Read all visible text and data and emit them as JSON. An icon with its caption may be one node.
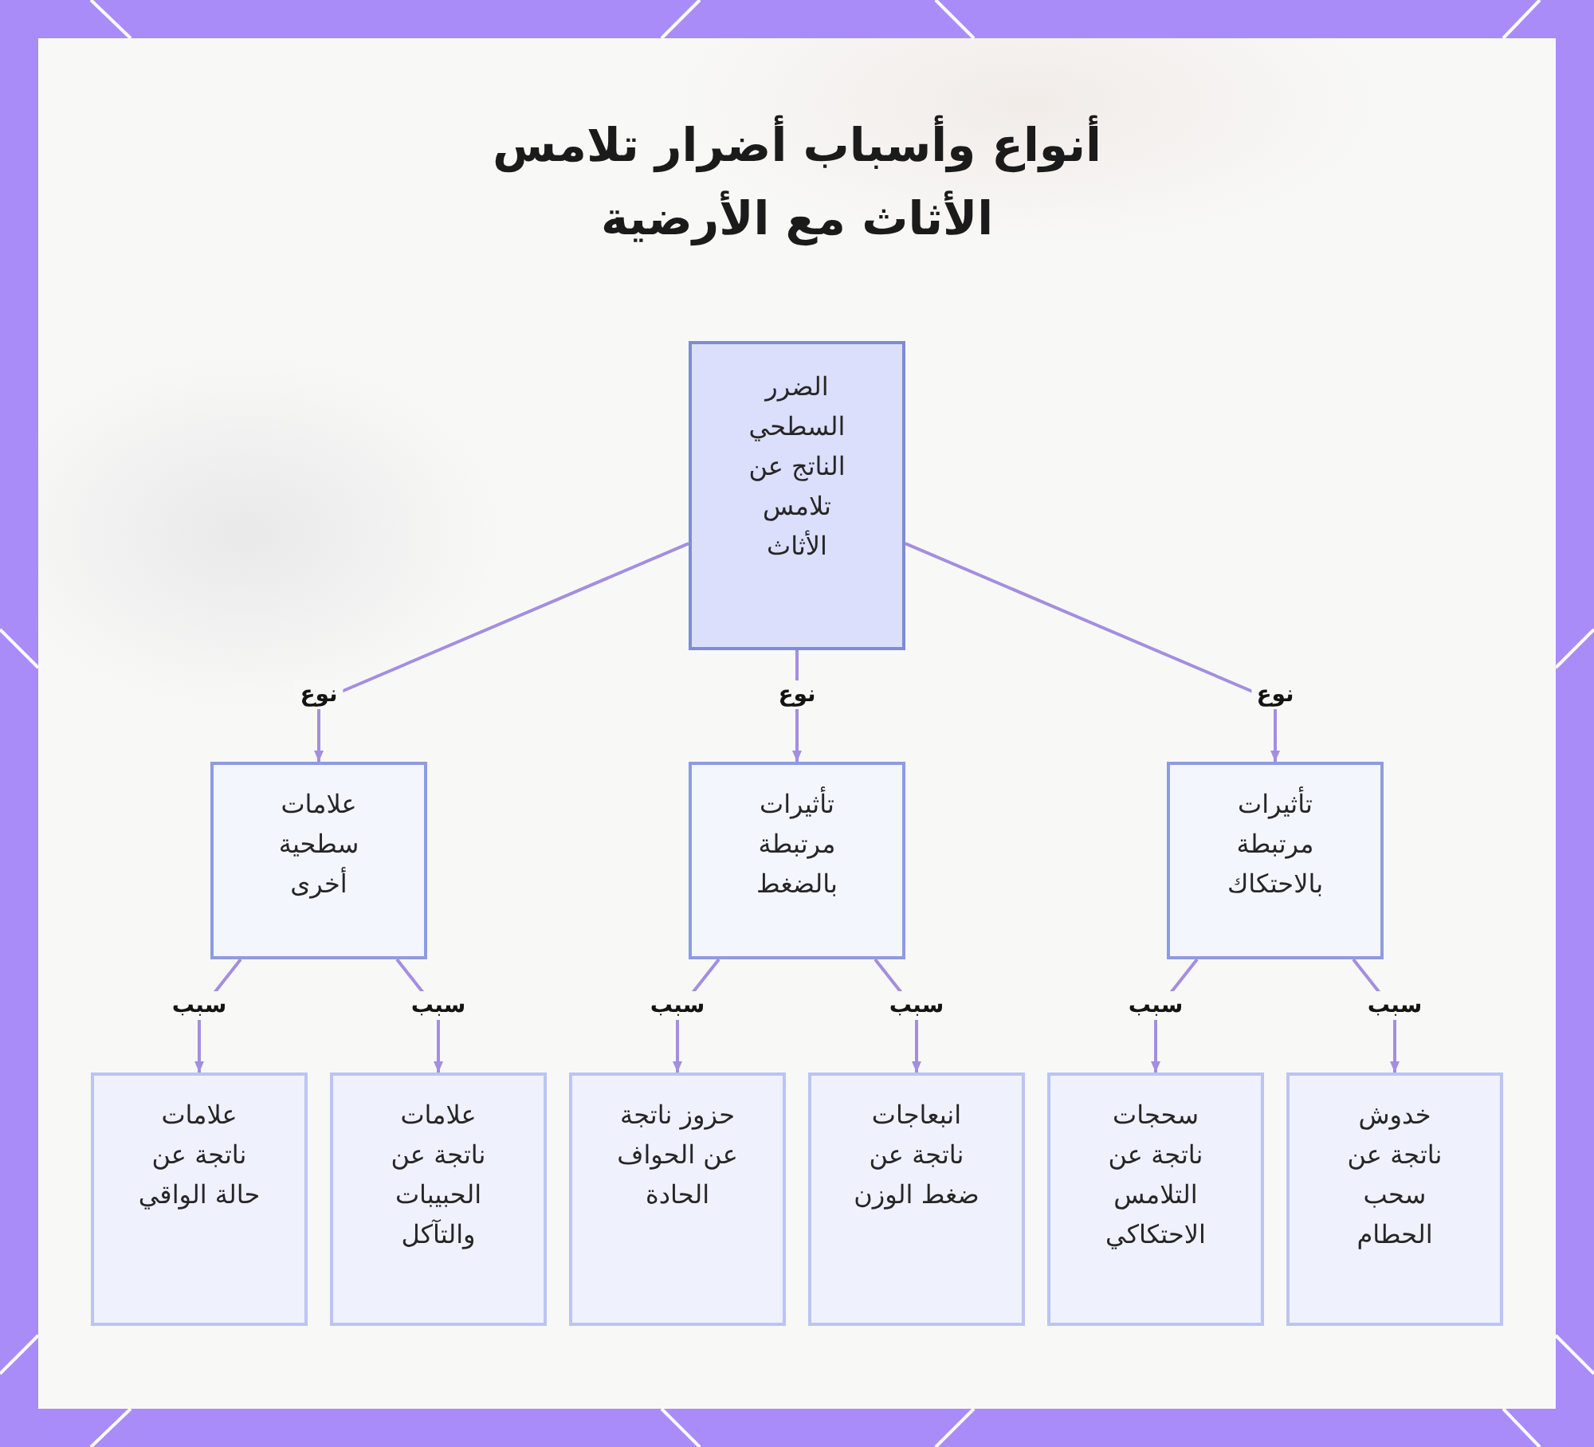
{
  "diagram": {
    "title": "أنواع وأسباب أضرار تلامس الأثاث مع الأرضية",
    "nodes": [
      {
        "text": [
          "الضرر السطحي الناتج عن تلامس الأثاث"
        ]
      },
      {
        "text": [
          "علامات سطحية أخرى"
        ]
      },
      {
        "text": [
          "تأثيرات مرتبطة بالضغط"
        ]
      },
      {
        "text": [
          "تأثيرات مرتبطة بالاحتكاك"
        ]
      },
      {
        "text": [
          "علامات ناتجة عن حالة الواقي"
        ]
      },
      {
        "text": [
          "علامات ناتجة عن الحبيبات والتآكل"
        ]
      },
      {
        "text": [
          "حزوز ناتجة عن الحواف الحادة"
        ]
      },
      {
        "text": [
          "انبعاجات ناتجة عن ضغط الوزن"
        ]
      },
      {
        "text": [
          "سحجات ناتجة عن التلامس الاحتكاكي"
        ]
      },
      {
        "text": [
          "خدوش ناتجة عن سحب الحطام"
        ]
      }
    ],
    "edges": [
      {
        "from": 0,
        "to": 1,
        "arrow": "to",
        "label": "نوع"
      },
      {
        "from": 0,
        "to": 2,
        "arrow": "to",
        "label": "نوع"
      },
      {
        "from": 0,
        "to": 3,
        "arrow": "to",
        "label": "نوع"
      },
      {
        "from": 1,
        "to": 4,
        "arrow": "to",
        "label": "سبب"
      },
      {
        "from": 1,
        "to": 5,
        "arrow": "to",
        "label": "سبب"
      },
      {
        "from": 2,
        "to": 6,
        "arrow": "to",
        "label": "سبب"
      },
      {
        "from": 2,
        "to": 7,
        "arrow": "to",
        "label": "سبب"
      },
      {
        "from": 3,
        "to": 8,
        "arrow": "to",
        "label": "سبب"
      },
      {
        "from": 3,
        "to": 9,
        "arrow": "to",
        "label": "سبب"
      }
    ]
  }
}
